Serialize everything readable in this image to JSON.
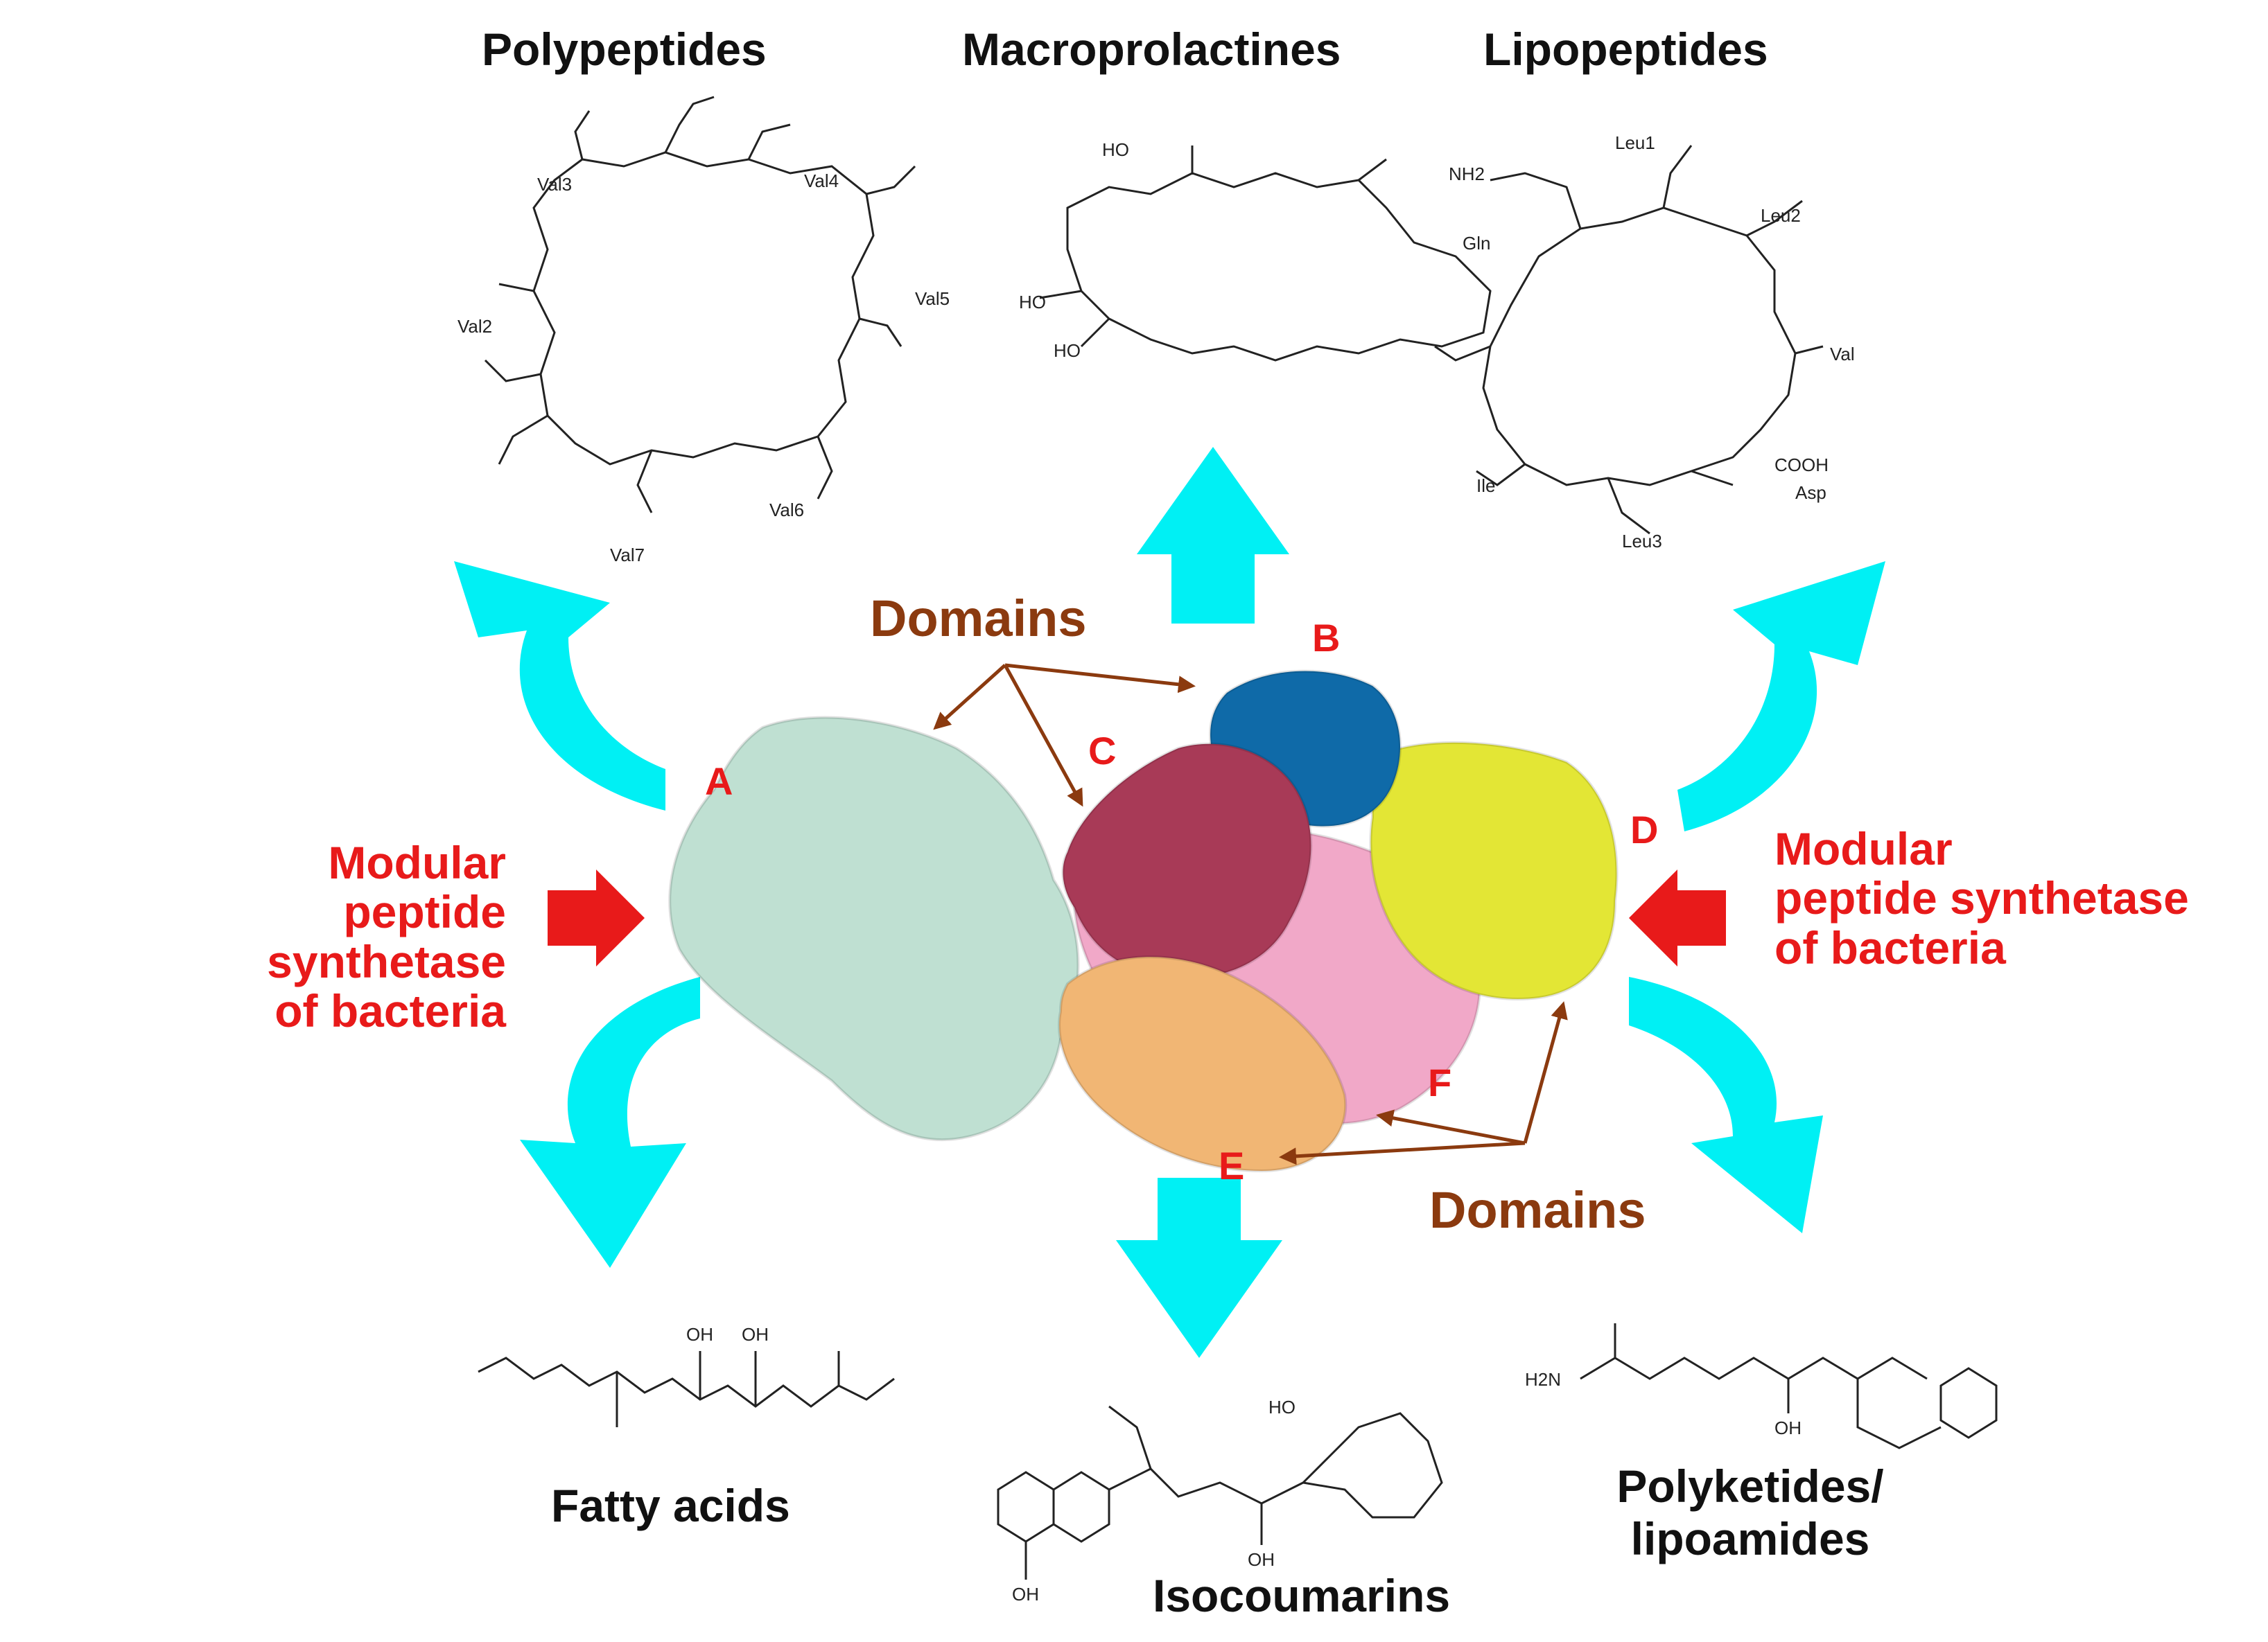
{
  "colors": {
    "arrow": "#00f0f4",
    "domain_text": "#8b3a0f",
    "red_text": "#e81a1a",
    "domain_A": "#bfe0d2",
    "domain_B": "#0f6aa8",
    "domain_C": "#a83a57",
    "domain_D": "#e3e635",
    "domain_E": "#f1b674",
    "domain_F": "#f1a8c8"
  },
  "categories": {
    "polypeptides": "Polypeptides",
    "macroprolactines": "Macroprolactines",
    "lipopeptides": "Lipopeptides",
    "fatty_acids": "Fatty acids",
    "isocoumarins": "Isocoumarins",
    "polyketides_line1": "Polyketides/",
    "polyketides_line2": "lipoamides"
  },
  "domains_label_top": "Domains",
  "domains_label_bottom": "Domains",
  "domain_letters": {
    "A": "A",
    "B": "B",
    "C": "C",
    "D": "D",
    "E": "E",
    "F": "F"
  },
  "modular_left": {
    "line1": "Modular",
    "line2": "peptide synthetase",
    "line3": "of bacteria"
  },
  "modular_right": {
    "line1": "Modular",
    "line2": "peptide synthetase",
    "line3": "of bacteria"
  },
  "structure_labels": {
    "polypeptides": [
      "Val3",
      "Val4",
      "Val5",
      "Val2",
      "Val6",
      "Val7"
    ],
    "lipopeptides": [
      "NH2",
      "Gln",
      "Leu1",
      "Leu2",
      "Val",
      "Ile",
      "COOH",
      "Asp",
      "Leu3"
    ],
    "macroprolactines": [
      "HO",
      "HO",
      "HO"
    ],
    "fatty_acids": [
      "OH",
      "OH"
    ],
    "isocoumarins": [
      "HO",
      "OH",
      "OH"
    ],
    "polyketides": [
      "H2N",
      "OH"
    ]
  }
}
